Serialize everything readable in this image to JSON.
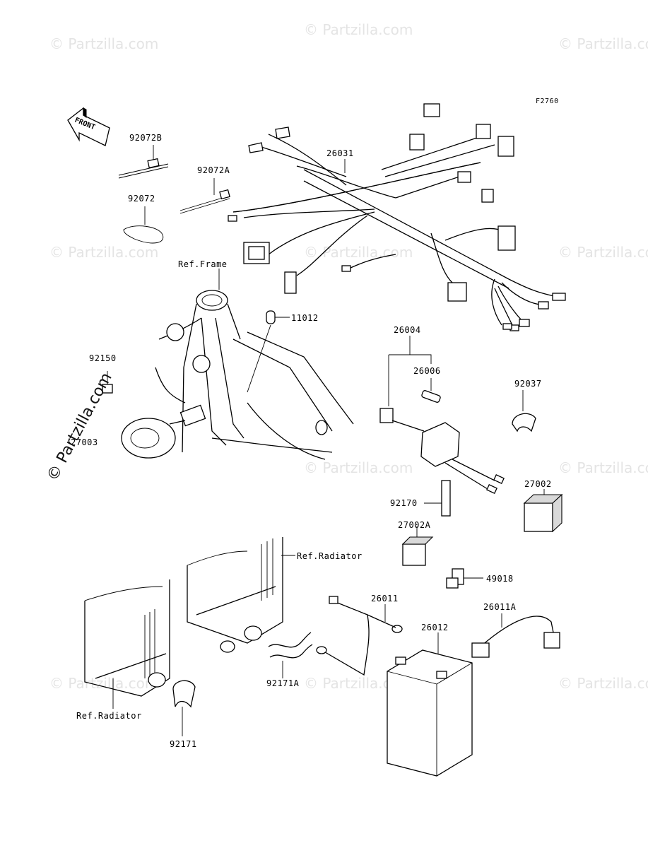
{
  "figure_code": "F2760",
  "front_label": "FRONT",
  "watermark": "© Partzilla.com",
  "part_labels": {
    "p92072B": "92072B",
    "p92072A": "92072A",
    "p92072": "92072",
    "p26031": "26031",
    "p11012": "11012",
    "p92150": "92150",
    "p27003": "27003",
    "p26004": "26004",
    "p26006": "26006",
    "p92037": "92037",
    "p27002": "27002",
    "p92170": "92170",
    "p27002A": "27002A",
    "p49018": "49018",
    "p26011": "26011",
    "p26011A": "26011A",
    "p26012": "26012",
    "p92171A": "92171A",
    "p92171": "92171"
  },
  "reference_labels": {
    "frame": "Ref.Frame",
    "radiator_upper": "Ref.Radiator",
    "radiator_lower": "Ref.Radiator"
  }
}
